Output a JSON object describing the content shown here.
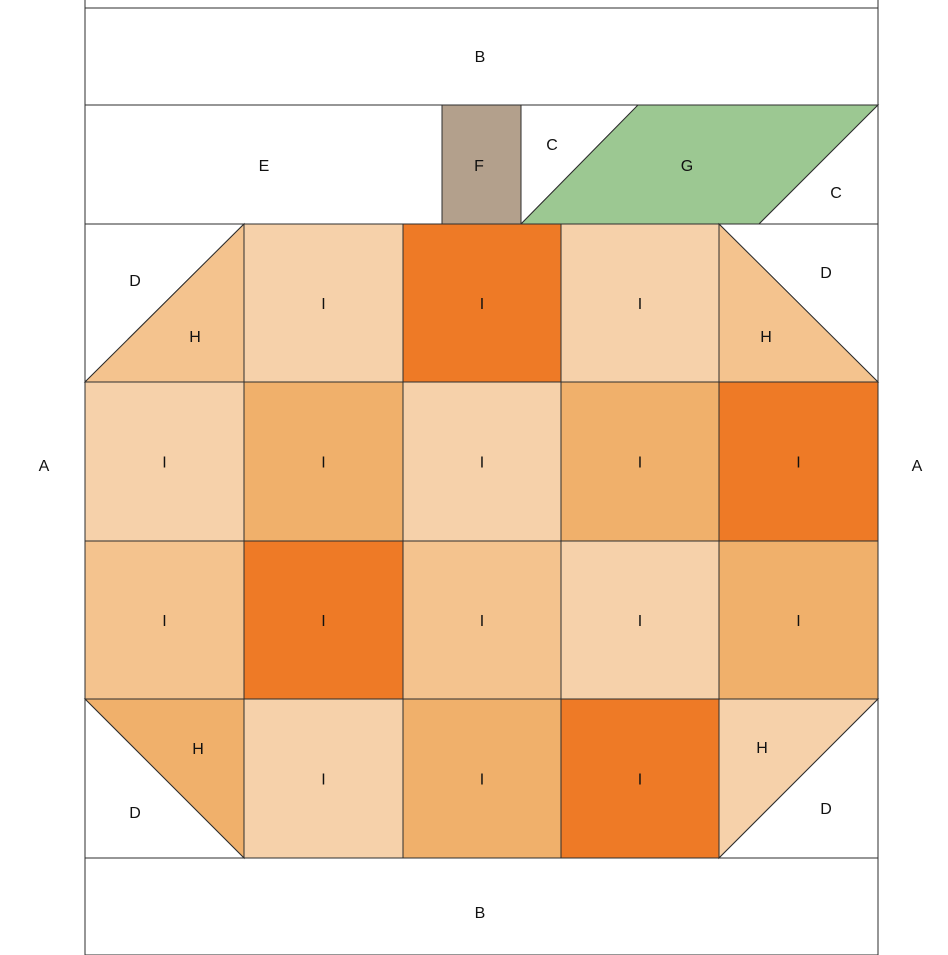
{
  "colors": {
    "background": "#ffffff",
    "stroke": "#2e2e2e",
    "stem": "#b3a08c",
    "leaf": "#9cc892",
    "orange_dark": "#ee7a26",
    "orange_medium": "#f0b06b",
    "orange_light": "#f6d1aa",
    "orange_lighter": "#f4c38e"
  },
  "labels": {
    "sashing": "A",
    "border": "B",
    "leaf_background": "C",
    "corner_triangle": "D",
    "background_rect": "E",
    "stem": "F",
    "leaf": "G",
    "pumpkin_triangle": "H",
    "pumpkin_square": "I"
  },
  "grid": {
    "rows": [
      [
        "orange_light",
        "orange_dark",
        "orange_light"
      ],
      [
        "orange_light",
        "orange_medium",
        "orange_light",
        "orange_medium",
        "orange_dark"
      ],
      [
        "orange_lighter",
        "orange_dark",
        "orange_lighter",
        "orange_light",
        "orange_medium"
      ],
      [
        "orange_light",
        "orange_medium",
        "orange_dark"
      ]
    ],
    "triangles": {
      "top_left": "orange_lighter",
      "top_right": "orange_lighter",
      "bottom_left": "orange_medium",
      "bottom_right": "orange_light"
    }
  }
}
